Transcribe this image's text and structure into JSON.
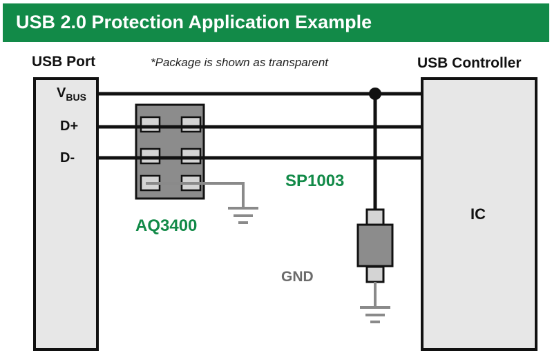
{
  "title": "USB 2.0 Protection Application Example",
  "usb_port": {
    "label": "USB Port"
  },
  "usb_controller": {
    "label": "USB Controller",
    "ic_label": "IC"
  },
  "note": "*Package is shown as transparent",
  "signals": {
    "vbus_main": "V",
    "vbus_sub": "BUS",
    "dplus": "D+",
    "dminus": "D-"
  },
  "components": {
    "array": "AQ3400",
    "diode": "SP1003",
    "gnd": "GND"
  },
  "colors": {
    "brand_green": "#128a48",
    "port_fill": "#e7e7e7",
    "package_fill": "#8c8c8c",
    "ground_gray": "#8a8a8a",
    "wire": "#111111"
  }
}
